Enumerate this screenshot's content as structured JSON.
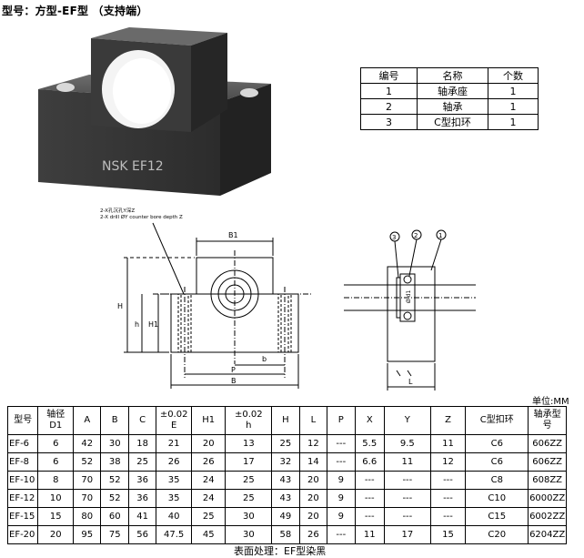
{
  "title": "型号：方型-EF型 （支持端）",
  "photo": {
    "logo_text": "NSK EF12"
  },
  "parts_table": {
    "headers": [
      "编号",
      "名称",
      "个数"
    ],
    "rows": [
      [
        "1",
        "轴承座",
        "1"
      ],
      [
        "2",
        "轴承",
        "1"
      ],
      [
        "3",
        "C型扣环",
        "1"
      ]
    ]
  },
  "drawing_front": {
    "note_cn": "2-X孔沉孔Y深Z",
    "note_en": "2-X drill ØY counter bore depth Z",
    "labels": {
      "b1": "B1",
      "h": "H",
      "hsmall": "h",
      "h1": "H1",
      "p": "P",
      "b": "b",
      "B": "B"
    }
  },
  "drawing_side": {
    "callouts": [
      "3",
      "2",
      "1"
    ],
    "labels": {
      "d1": "Ø d1",
      "L": "L"
    }
  },
  "unit": "单位:MM",
  "spec_table": {
    "headers": [
      "型号",
      "轴径\nD1",
      "A",
      "B",
      "C",
      "±0.02\nE",
      "H1",
      "±0.02\nh",
      "H",
      "L",
      "P",
      "X",
      "Y",
      "Z",
      "C型扣环",
      "轴承型\n号"
    ],
    "rows": [
      [
        "EF-6",
        "6",
        "42",
        "30",
        "18",
        "21",
        "20",
        "13",
        "25",
        "12",
        "---",
        "5.5",
        "9.5",
        "11",
        "C6",
        "606ZZ"
      ],
      [
        "EF-8",
        "6",
        "52",
        "38",
        "25",
        "26",
        "26",
        "17",
        "32",
        "14",
        "---",
        "6.6",
        "11",
        "12",
        "C6",
        "606ZZ"
      ],
      [
        "EF-10",
        "8",
        "70",
        "52",
        "36",
        "35",
        "24",
        "25",
        "43",
        "20",
        "9",
        "---",
        "---",
        "---",
        "C8",
        "608ZZ"
      ],
      [
        "EF-12",
        "10",
        "70",
        "52",
        "36",
        "35",
        "24",
        "25",
        "43",
        "20",
        "9",
        "---",
        "---",
        "---",
        "C10",
        "6000ZZ"
      ],
      [
        "EF-15",
        "15",
        "80",
        "60",
        "41",
        "40",
        "25",
        "30",
        "49",
        "20",
        "9",
        "---",
        "---",
        "---",
        "C15",
        "6002ZZ"
      ],
      [
        "EF-20",
        "20",
        "95",
        "75",
        "56",
        "47.5",
        "45",
        "30",
        "58",
        "26",
        "---",
        "11",
        "17",
        "15",
        "C20",
        "6204ZZ"
      ]
    ]
  },
  "footer": "表面处理：EF型染黑"
}
